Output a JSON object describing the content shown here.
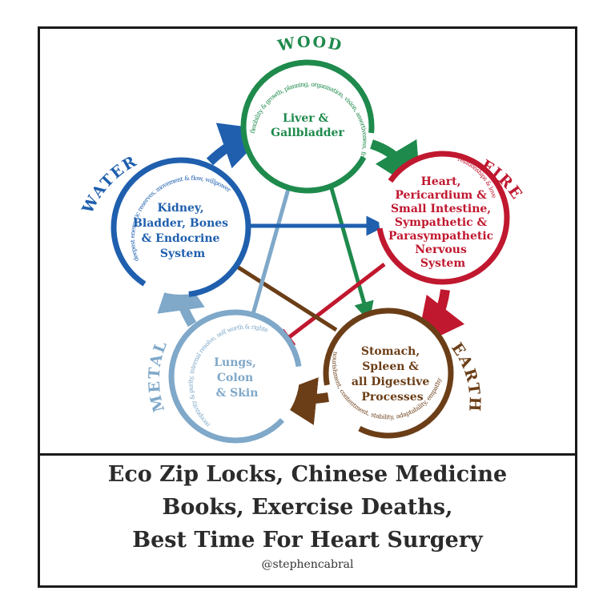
{
  "nodes": {
    "wood": {
      "element": "WOOD",
      "color": "#1e8a4c",
      "organ_lines": [
        "Liver &",
        "Gallbladder"
      ],
      "qualities": "flexibility & growth, planning, organisation, vision, assertiveness, frustration"
    },
    "fire": {
      "element": "FIRE",
      "color": "#c0182f",
      "organ_lines": [
        "Heart,",
        "Pericardium &",
        "Small Intestine,",
        "Sympathetic &",
        "Parasympathetic",
        "Nervous",
        "System"
      ],
      "qualities": "relationships & love"
    },
    "earth": {
      "element": "EARTH",
      "color": "#6b3e17",
      "organ_lines": [
        "Stomach,",
        "Spleen &",
        "all Digestive",
        "Processes"
      ],
      "qualities": "nourishment, contentment, stability, adaptability, empathy & care"
    },
    "metal": {
      "element": "METAL",
      "color": "#7fa8c9",
      "organ_lines": [
        "Lungs,",
        "Colon",
        "& Skin"
      ],
      "qualities": "receptivity & purity, internal resolve, self worth & righteousness, ability to let go"
    },
    "water": {
      "element": "WATER",
      "color": "#1f5fae",
      "organ_lines": [
        "Kidney,",
        "Bladder, Bones",
        "& Endocrine",
        "System"
      ],
      "qualities": "deepest energetic reserves, movement & flow, willpower & courage"
    }
  },
  "caption": {
    "lines": [
      "Eco Zip Locks, Chinese Medicine",
      "Books, Exercise Deaths,",
      "Best Time For Heart Surgery"
    ],
    "handle": "@stephencabral"
  }
}
